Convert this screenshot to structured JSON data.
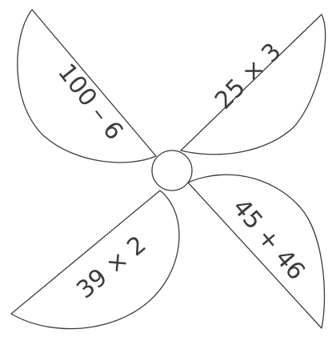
{
  "pinwheel": {
    "blades": [
      {
        "position": "top-left",
        "expression": "100 – 6"
      },
      {
        "position": "top-right",
        "expression": "25 × 3"
      },
      {
        "position": "bottom-right",
        "expression": "45 + 46"
      },
      {
        "position": "bottom-left",
        "expression": "39 × 2"
      }
    ]
  },
  "colors": {
    "line": "#3c3c3c",
    "fill": "#ffffff"
  }
}
